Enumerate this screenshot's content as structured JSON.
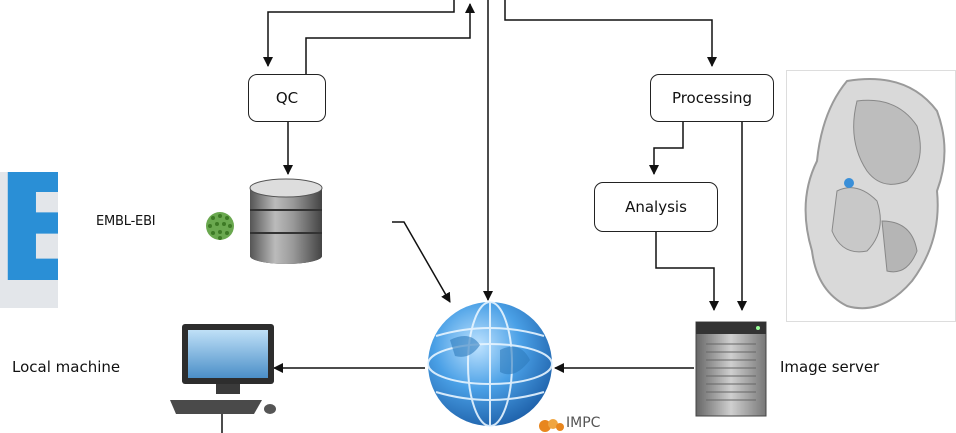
{
  "nodes": {
    "qc": "QC",
    "processing": "Processing",
    "analysis": "Analysis",
    "embl_ebi": "EMBL-EBI",
    "local_machine": "Local machine",
    "image_server": "Image server",
    "impc": "IMPC",
    "edge_logo_letter": "E"
  },
  "colors": {
    "globe": "#3a8fd8",
    "logo_blue": "#2a8fd6",
    "ebi_green": "#5b9a3a",
    "impc_orange": "#e8861e"
  },
  "icons": [
    "database-icon",
    "globe-icon",
    "computer-icon",
    "server-icon",
    "ebi-logo-icon",
    "impc-logo-icon",
    "embryo-image"
  ]
}
